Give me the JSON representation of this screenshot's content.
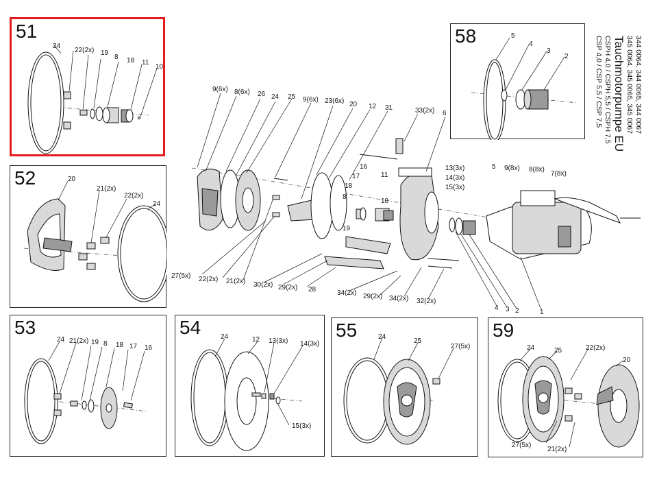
{
  "title_block": {
    "heading": "Tauchmotorpumpe EU",
    "articles_1": "344 0064, 344 0065, 344 0067",
    "articles_2": "345 0064, 345 0065, 345 0067",
    "models_1": "CSPH 4,0 / CSPH 5,5 / CSPH 7,5",
    "models_2": "CSP 4,0  /  CSP 5,5  /  CSP 7,5"
  },
  "panels": {
    "p51": {
      "number": "51",
      "selected": true,
      "labels": [
        "24",
        "22(2x)",
        "19",
        "8",
        "18",
        "11",
        "10"
      ]
    },
    "p52": {
      "number": "52",
      "labels": [
        "20",
        "21(2x)",
        "22(2x)",
        "24"
      ]
    },
    "p53": {
      "number": "53",
      "labels": [
        "24",
        "21(2x)",
        "19",
        "8",
        "18",
        "17",
        "16"
      ]
    },
    "p54": {
      "number": "54",
      "labels": [
        "24",
        "12",
        "13(3x)",
        "14(3x)",
        "15(3x)"
      ]
    },
    "p55": {
      "number": "55",
      "labels": [
        "24",
        "25",
        "27(5x)"
      ]
    },
    "p58": {
      "number": "58",
      "labels": [
        "5",
        "4",
        "3",
        "2"
      ]
    },
    "p59": {
      "number": "59",
      "labels": [
        "24",
        "25",
        "22(2x)",
        "20",
        "27(5x)",
        "21(2x)"
      ]
    }
  },
  "main": {
    "labels": [
      "9(6x)",
      "8(6x)",
      "26",
      "24",
      "25",
      "9(6x)",
      "23(6x)",
      "20",
      "12",
      "31",
      "33(2x)",
      "6",
      "16",
      "17",
      "11",
      "18",
      "8",
      "10",
      "19",
      "13(3x)",
      "14(3x)",
      "15(3x)",
      "5",
      "9(8x)",
      "8(8x)",
      "7(8x)",
      "27(5x)",
      "22(2x)",
      "21(2x)",
      "30(2x)",
      "29(2x)",
      "28",
      "34(2x)",
      "29(2x)",
      "34(2x)",
      "32(2x)",
      "4",
      "3",
      "2",
      "1"
    ]
  }
}
